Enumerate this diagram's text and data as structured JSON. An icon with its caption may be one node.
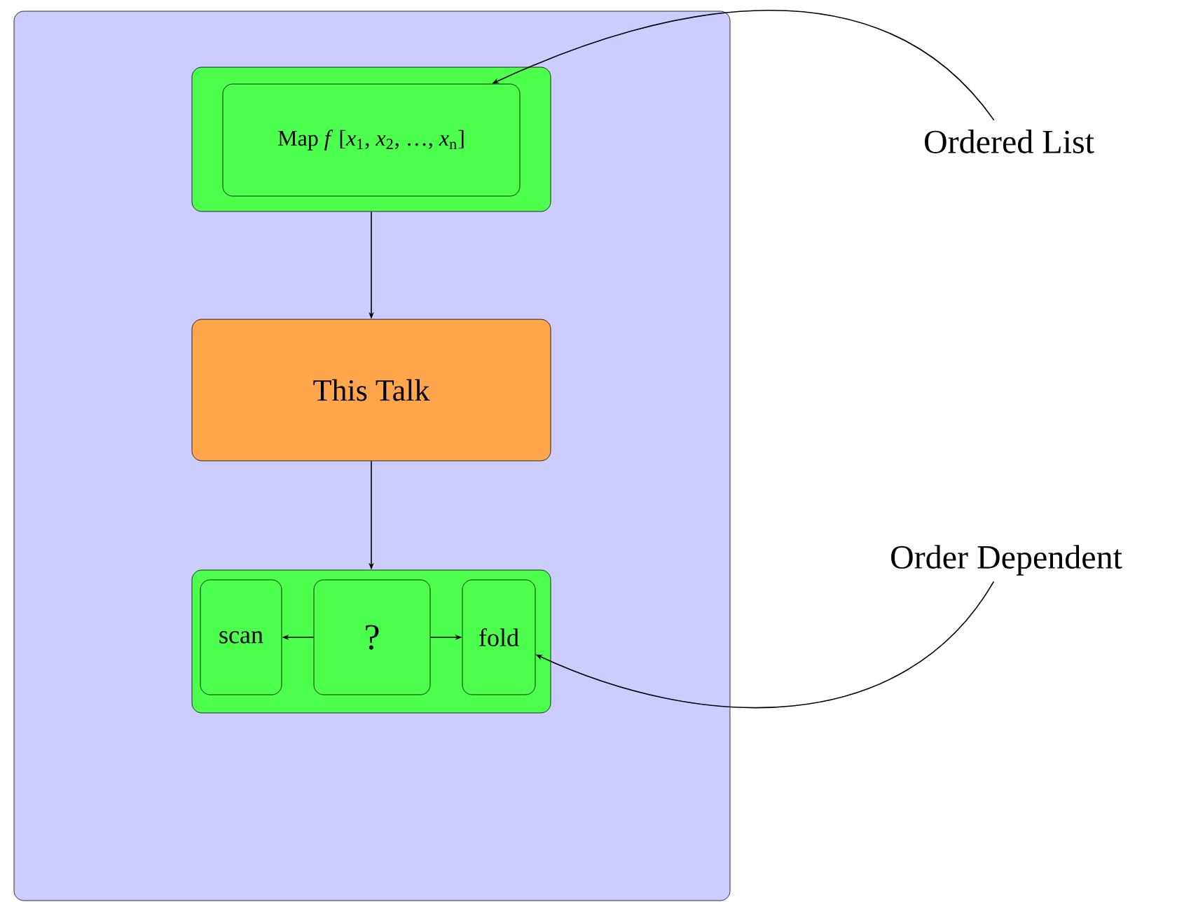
{
  "diagram": {
    "nodes": [
      {
        "text": [],
        "shape": "box"
      },
      {
        "text": [],
        "shape": "box",
        "in": 0
      },
      {
        "text": [
          "Map *f* [*x*$_{1}$, *x*$_{2}$, …, *x*$_{n}$]"
        ],
        "in": 1
      },
      {
        "text": [
          "This Talk"
        ],
        "in": 0
      },
      {
        "text": [],
        "shape": "box",
        "in": 0
      },
      {
        "text": [
          "scan"
        ],
        "in": 4
      },
      {
        "text": [
          "?"
        ],
        "in": 4
      },
      {
        "text": [
          "fold"
        ],
        "in": 4
      },
      {
        "text": [
          "Ordered List"
        ]
      },
      {
        "text": [
          "Order Dependent"
        ]
      }
    ],
    "edges": [
      {
        "from": 1,
        "to": 3,
        "arrow": "to"
      },
      {
        "from": 3,
        "to": 4,
        "arrow": "to"
      },
      {
        "from": 6,
        "to": 5,
        "arrow": "to"
      },
      {
        "from": 6,
        "to": 7,
        "arrow": "to"
      },
      {
        "from": 8,
        "to": 2,
        "arrow": "to"
      },
      {
        "from": 9,
        "to": 7,
        "arrow": "to"
      }
    ]
  }
}
